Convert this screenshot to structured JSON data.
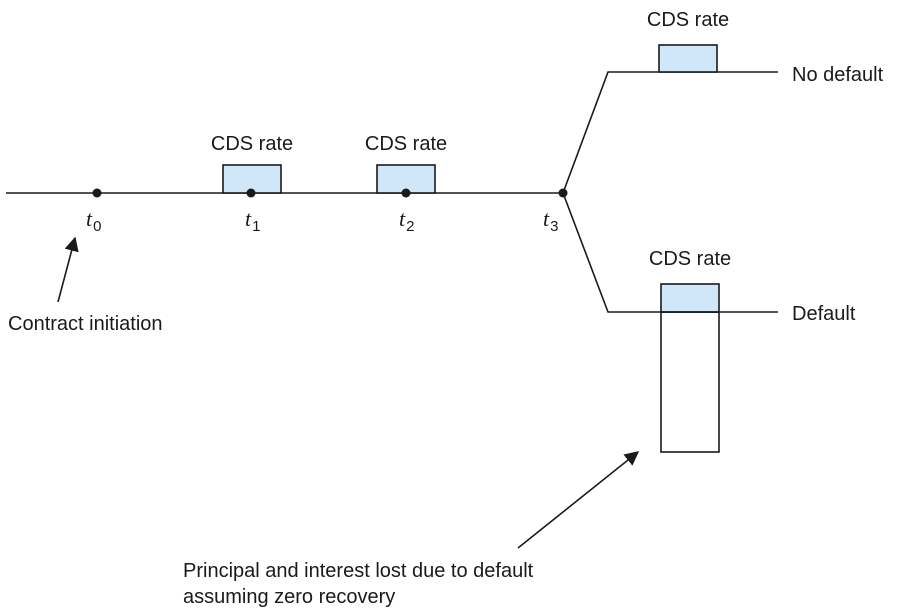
{
  "diagram": {
    "time_points": [
      {
        "letter": "t",
        "sub": "0"
      },
      {
        "letter": "t",
        "sub": "1"
      },
      {
        "letter": "t",
        "sub": "2"
      },
      {
        "letter": "t",
        "sub": "3"
      }
    ],
    "payment_label": "CDS rate",
    "branch_no_default": "No default",
    "branch_default": "Default",
    "annotation_initiation": "Contract initiation",
    "annotation_loss_line1": "Principal and interest lost due to default",
    "annotation_loss_line2": "assuming zero recovery",
    "colors": {
      "payment_fill": "#cfe7f8",
      "line": "#1a1a1a"
    }
  }
}
